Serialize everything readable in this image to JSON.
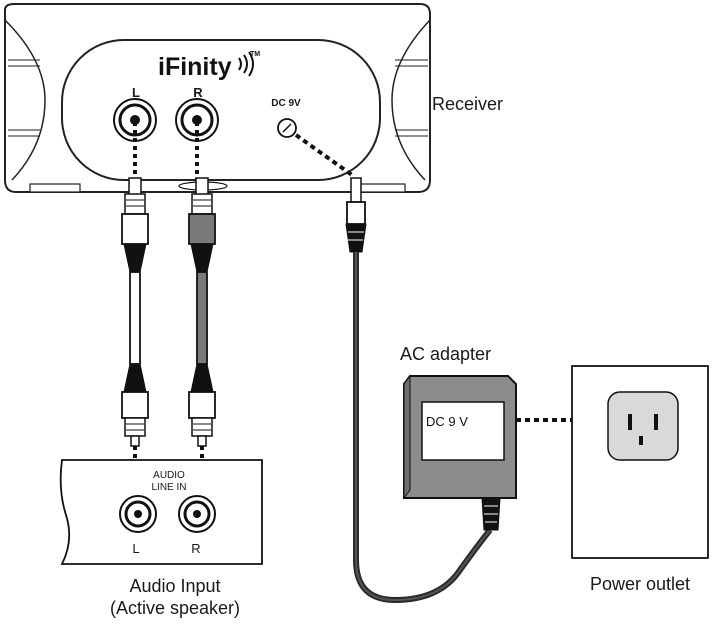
{
  "receiver": {
    "brand": "iFinity",
    "trademark": "TM",
    "jack_left": "L",
    "jack_right": "R",
    "power_jack": "DC 9V",
    "caption": "Receiver"
  },
  "adapter": {
    "caption": "AC adapter",
    "label": "DC 9 V"
  },
  "speaker": {
    "input_label_line1": "AUDIO",
    "input_label_line2": "LINE IN",
    "jack_left": "L",
    "jack_right": "R",
    "caption_line1": "Audio Input",
    "caption_line2": "(Active speaker)"
  },
  "outlet": {
    "caption": "Power outlet"
  },
  "colors": {
    "cable_left": "#ffffff",
    "cable_right": "#7a7a7a",
    "adapter_body": "#8c8c8c",
    "outlet_face": "#d9d9d9",
    "power_cord": "#2a2a2a"
  }
}
